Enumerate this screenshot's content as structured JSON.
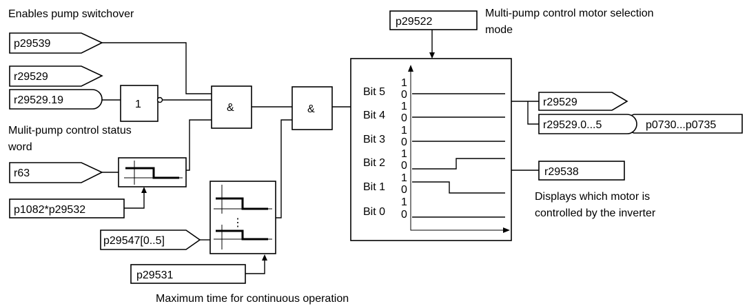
{
  "captions": {
    "enables_switchover": "Enables pump switchover",
    "status_word_line1": "Mulit-pump control status",
    "status_word_line2": "word",
    "selection_mode_line1": "Multi-pump control motor selection",
    "selection_mode_line2": "mode",
    "displays_line1": "Displays which motor is",
    "displays_line2": "controlled by the inverter",
    "max_time": "Maximum time for continuous operation"
  },
  "connectors": {
    "p29539": "p29539",
    "r29529_in": "r29529",
    "r29529_19": "r29529.19",
    "r63": "r63",
    "p1082_p29532": "p1082*p29532",
    "p29547": "p29547[0..5]",
    "p29531": "p29531",
    "p29522": "p29522",
    "r29529_out": "r29529",
    "r29529_0_5": "r29529.0...5",
    "p0730_p0735": "p0730...p0735",
    "r29538": "r29538"
  },
  "gates": {
    "not_gate": "1",
    "and1": "&",
    "and2": "&"
  },
  "timing": {
    "bits": [
      {
        "label": "Bit 5",
        "high": "1",
        "low": "0",
        "level": "low"
      },
      {
        "label": "Bit 4",
        "high": "1",
        "low": "0",
        "level": "low"
      },
      {
        "label": "Bit 3",
        "high": "1",
        "low": "0",
        "level": "low"
      },
      {
        "label": "Bit 2",
        "high": "1",
        "low": "0",
        "level": "rising"
      },
      {
        "label": "Bit 1",
        "high": "1",
        "low": "0",
        "level": "falling"
      },
      {
        "label": "Bit 0",
        "high": "1",
        "low": "0",
        "level": "low"
      }
    ]
  },
  "delay_block": {
    "ellipsis": "⋮"
  }
}
